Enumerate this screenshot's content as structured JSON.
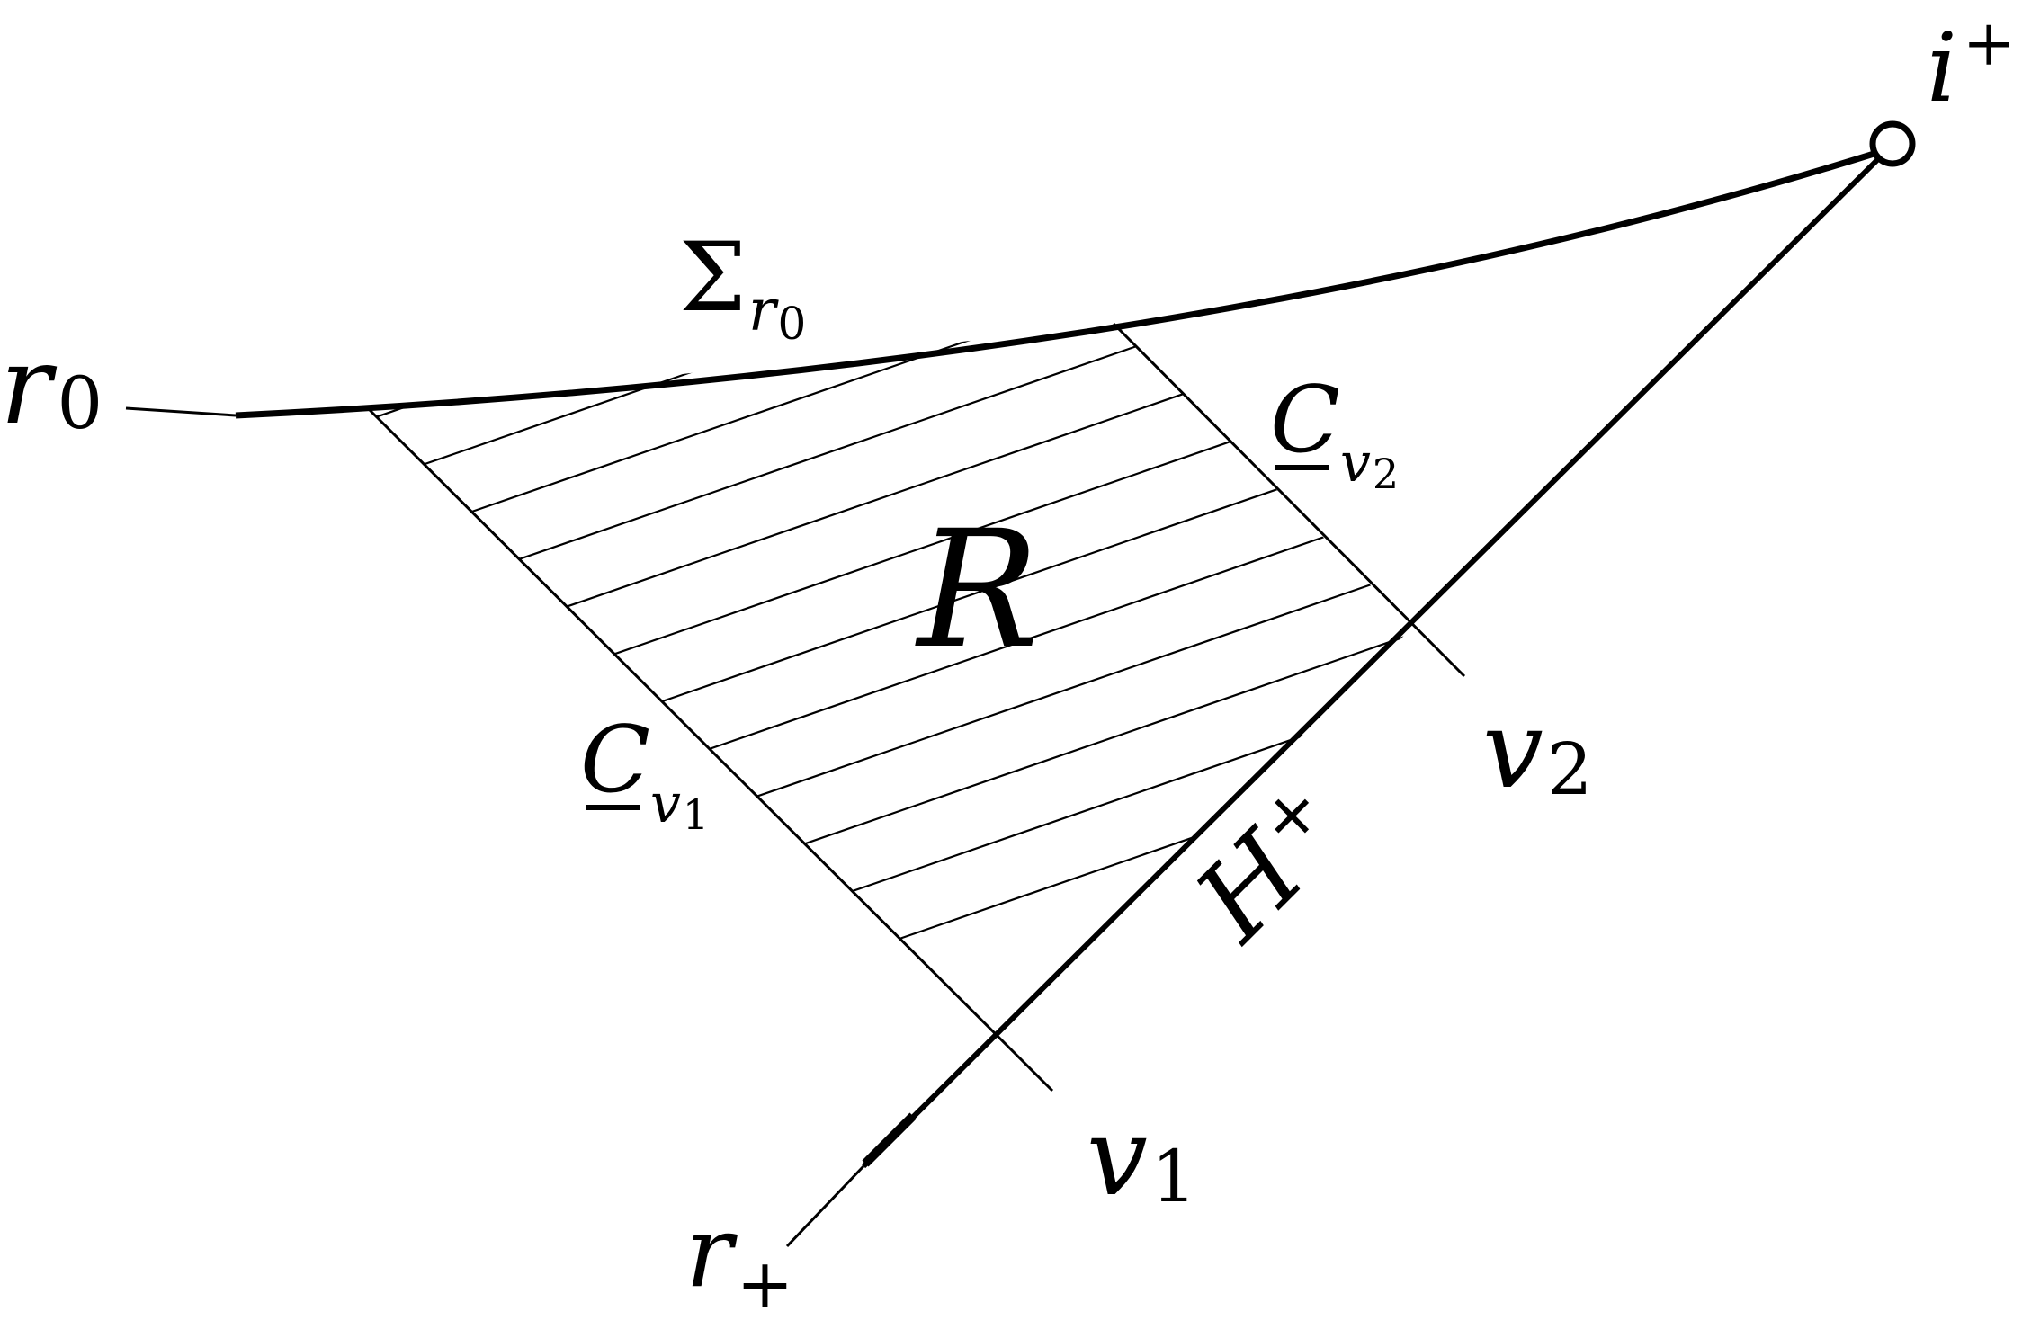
{
  "labels": {
    "r0": {
      "base": "r",
      "sub": "0"
    },
    "sigma": {
      "base": "Σ",
      "sub_base": "r",
      "sub_sub": "0"
    },
    "i_plus": {
      "base": "i",
      "sup": "+"
    },
    "c_v2": {
      "base": "C",
      "sub_base": "v",
      "sub_sub": "2"
    },
    "c_v1": {
      "base": "C",
      "sub_base": "v",
      "sub_sub": "1"
    },
    "region": "R",
    "v2": {
      "base": "v",
      "sub": "2"
    },
    "v1": {
      "base": "v",
      "sub": "1"
    },
    "horizon": {
      "base": "H",
      "sup": "+"
    },
    "r_plus": {
      "base": "r",
      "sub": "+"
    }
  },
  "colors": {
    "ink": "#000000",
    "background": "#ffffff"
  }
}
